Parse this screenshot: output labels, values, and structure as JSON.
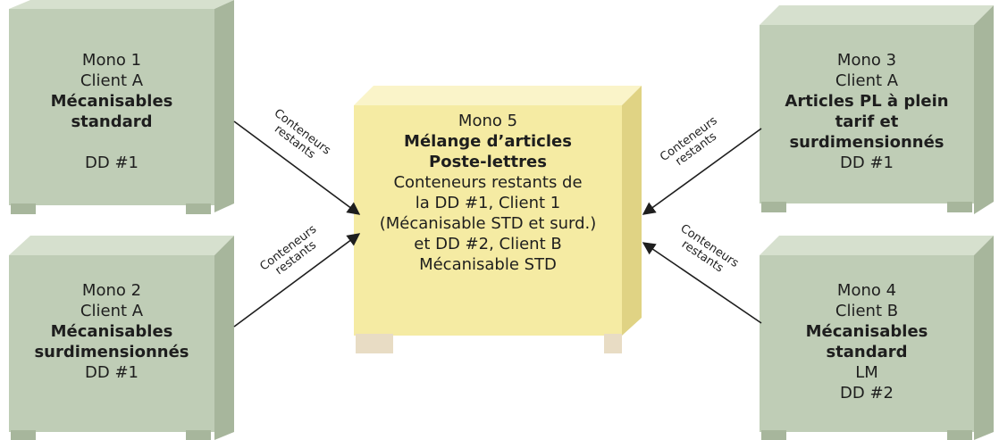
{
  "colors": {
    "side_box_face": "#bfcdb6",
    "side_box_side": "#a7b69c",
    "side_box_rim": "#d6e0ce",
    "center_box_face": "#f5eba3",
    "center_box_side": "#e0d384",
    "center_box_rim": "#faf4c9",
    "arrow": "#1e1e1e"
  },
  "boxes": {
    "mono1": {
      "title": "Mono 1",
      "client": "Client A",
      "bold_lines": [
        "Mécanisables",
        "standard"
      ],
      "footer": [
        "DD #1"
      ]
    },
    "mono2": {
      "title": "Mono 2",
      "client": "Client A",
      "bold_lines": [
        "Mécanisables",
        "surdimensionnés"
      ],
      "footer": [
        "DD #1"
      ]
    },
    "mono3": {
      "title": "Mono 3",
      "client": "Client A",
      "bold_lines": [
        "Articles PL à plein",
        "tarif et",
        "surdimensionnés"
      ],
      "footer": [
        "DD #1"
      ]
    },
    "mono4": {
      "title": "Mono 4",
      "client": "Client B",
      "bold_lines": [
        "Mécanisables",
        "standard"
      ],
      "footer": [
        "LM",
        "DD #2"
      ]
    },
    "mono5": {
      "title": "Mono 5",
      "bold_lines": [
        "Mélange d’articles",
        "Poste-lettres"
      ],
      "lines": [
        "Conteneurs restants de",
        "la DD #1, Client 1",
        "(Mécanisable STD et surd.)",
        "et DD #2, Client B",
        "Mécanisable STD"
      ]
    }
  },
  "connector_label": [
    "Conteneurs",
    "restants"
  ]
}
